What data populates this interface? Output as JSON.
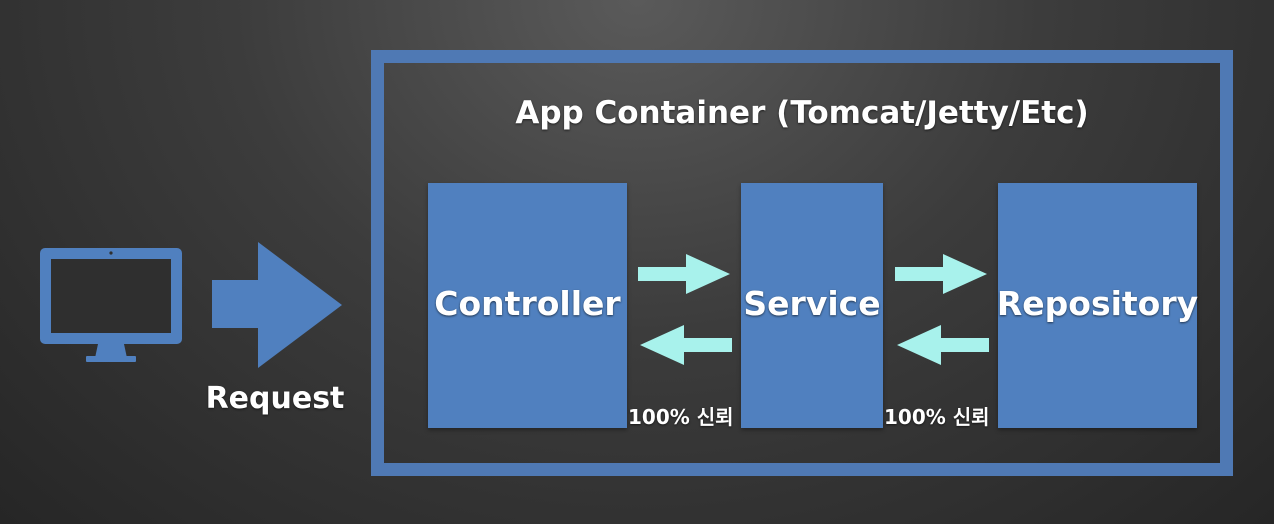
{
  "client": {
    "icon": "monitor-icon",
    "request_label": "Request",
    "request_arrow_icon": "arrow-right-icon"
  },
  "container": {
    "title": "App Container (Tomcat/Jetty/Etc)",
    "layers": [
      {
        "label": "Controller"
      },
      {
        "label": "Service"
      },
      {
        "label": "Repository"
      }
    ],
    "links": [
      {
        "trust_label": "100% 신뢰"
      },
      {
        "trust_label": "100% 신뢰"
      }
    ]
  },
  "colors": {
    "block_blue": "#5080bf",
    "frame_blue": "#4f79b4",
    "arrow_cyan": "#a8f2ec",
    "background_dark": "#2e2e2e",
    "text_white": "#ffffff"
  }
}
